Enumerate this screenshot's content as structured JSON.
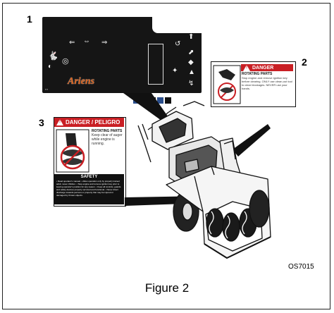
{
  "figure": {
    "caption": "Figure 2",
    "code": "OS7015"
  },
  "callouts": [
    "1",
    "2",
    "3"
  ],
  "decal_1": {
    "brand": "Ariens",
    "control_strip_colors": [
      "#2a4e8c",
      "#e07b21",
      "#111111",
      "#2a4e8c",
      "#111111"
    ]
  },
  "decal_2": {
    "header": "DANGER",
    "hazard_title": "ROTATING PARTS",
    "hazard_text": "Stop engine and remove ignition key before clearing. ONLY use clean-out tool to clear blockages. NEVER use your hands."
  },
  "decal_3": {
    "header": "DANGER / PELIGRO",
    "hazard_title": "ROTATING PARTS",
    "hazard_text": "Keep clear of auger while engine is running.",
    "safety_title": "SAFETY",
    "safety_text": "• Read operator's manual. • Allow operation only by properly trained adult, never children. • Stop engine and remove ignition key prior to leaving operator's position for any reason. • Keep all controls, guards and safety devices properly serviced and functional. • Never direct discharge towards persons or property that may be injured or damaged by thrown objects."
  },
  "colors": {
    "danger_red": "#c91f24",
    "decal_black": "#151515",
    "brand_orange": "#d9611c"
  }
}
